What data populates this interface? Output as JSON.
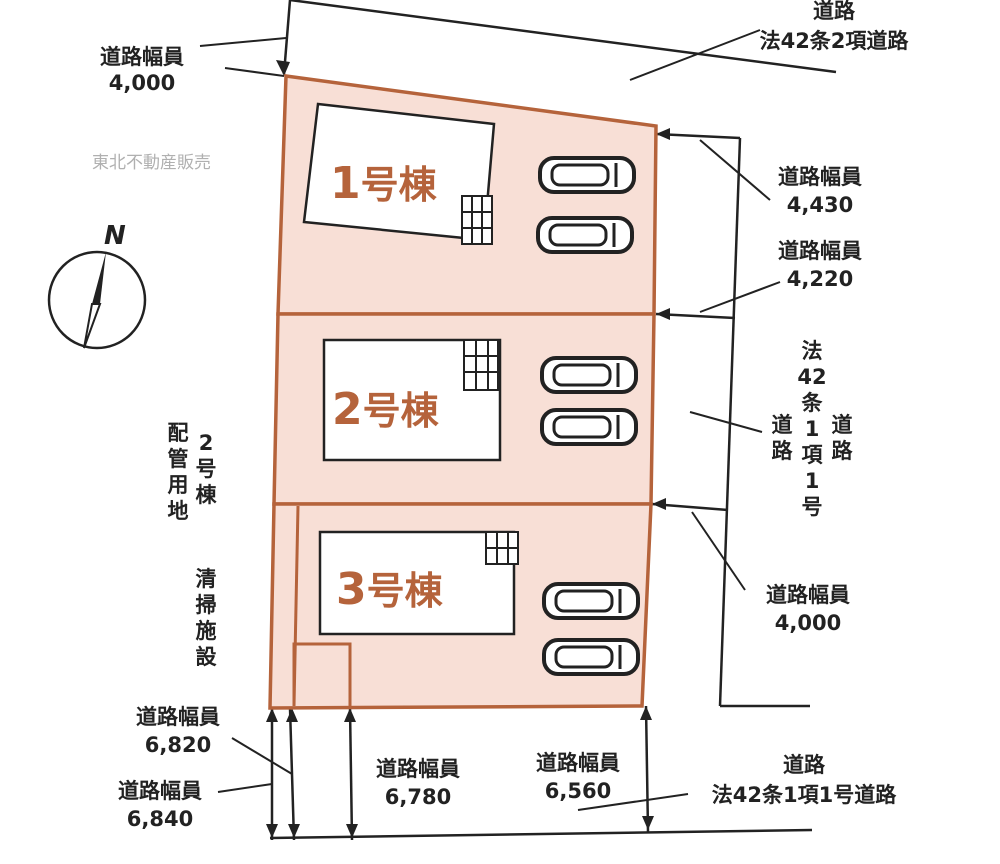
{
  "watermark": "東北不動産販売",
  "compass": {
    "letter": "N"
  },
  "lots": [
    {
      "id": "lot1",
      "num": "1",
      "suffix": "号棟"
    },
    {
      "id": "lot2",
      "num": "2",
      "suffix": "号棟"
    },
    {
      "id": "lot3",
      "num": "3",
      "suffix": "号棟"
    }
  ],
  "labels": {
    "road_top_left": {
      "line1": "道路幅員",
      "line2": "4,000"
    },
    "road_top": {
      "line1": "道路",
      "line2": "法42条2項道路"
    },
    "road_right_1": {
      "line1": "道路幅員",
      "line2": "4,430"
    },
    "road_right_2": {
      "line1": "道路幅員",
      "line2": "4,220"
    },
    "road_right_3": {
      "line1": "道路幅員",
      "line2": "4,000"
    },
    "road_right_type": {
      "col1": [
        "法",
        "42",
        "条",
        "1",
        "項",
        "1",
        "号"
      ],
      "col_left": [
        "道",
        "路"
      ],
      "col_right": [
        "道",
        "路"
      ]
    },
    "piping": {
      "col1": [
        "配",
        "管",
        "用",
        "地"
      ],
      "col2": [
        "2",
        "号",
        "棟"
      ]
    },
    "cleaning": {
      "col": [
        "清",
        "掃",
        "施",
        "設"
      ]
    },
    "road_bottom_1": {
      "line1": "道路幅員",
      "line2": "6,820"
    },
    "road_bottom_2": {
      "line1": "道路幅員",
      "line2": "6,840"
    },
    "road_bottom_3": {
      "line1": "道路幅員",
      "line2": "6,780"
    },
    "road_bottom_4": {
      "line1": "道路幅員",
      "line2": "6,560"
    },
    "road_bottom": {
      "line1": "道路",
      "line2": "法42条1項1号道路"
    }
  },
  "colors": {
    "lot_fill": "#f8dfd6",
    "lot_stroke": "#b5633b",
    "lot_text": "#b5633b",
    "line": "#222222",
    "watermark": "#b0b0b0"
  }
}
